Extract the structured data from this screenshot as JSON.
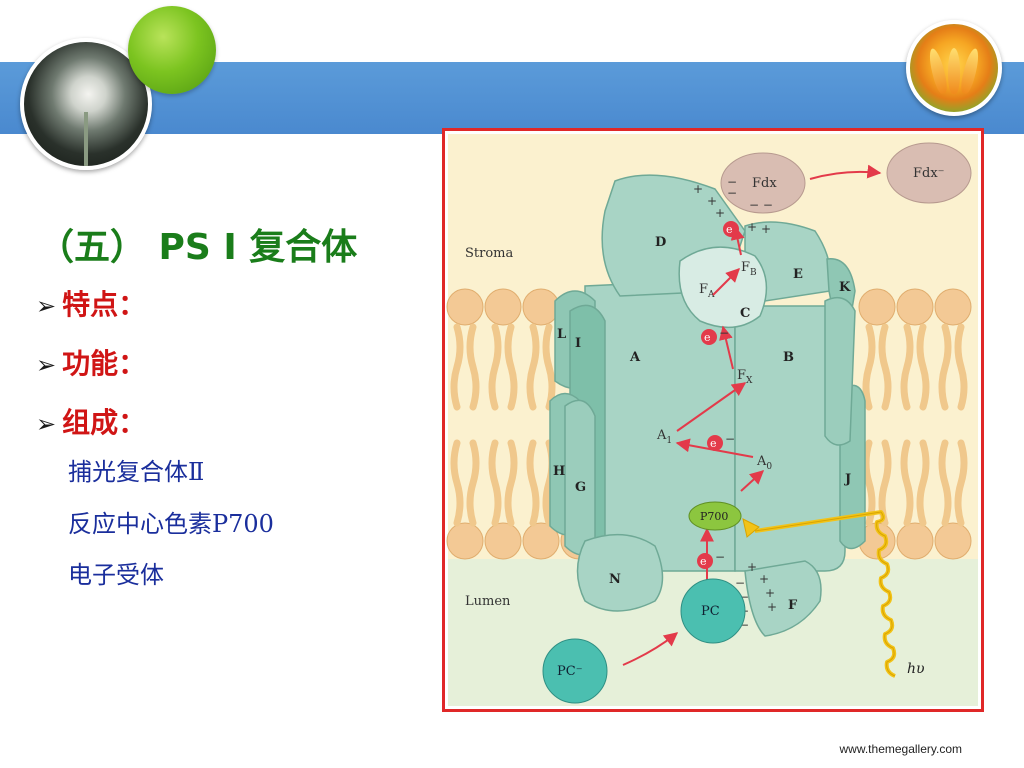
{
  "slide": {
    "title": "（五） PS I 复合体",
    "bullets": [
      "特点：",
      "功能：",
      "组成："
    ],
    "components": [
      "捕光复合体Ⅱ",
      "反应中心色素P700",
      "电子受体"
    ],
    "footer": "www.themegallery.com"
  },
  "diagram": {
    "regions": {
      "stroma": "Stroma",
      "lumen": "Lumen"
    },
    "subunits": [
      "D",
      "E",
      "K",
      "C",
      "L",
      "I",
      "A",
      "B",
      "H",
      "G",
      "J",
      "N",
      "F"
    ],
    "carriers": {
      "fdx": "Fdx",
      "fdx_reduced": "Fdx⁻",
      "fa": "F",
      "fa_sub": "A",
      "fb": "F",
      "fb_sub": "B",
      "fx": "F",
      "fx_sub": "X",
      "a1": "A",
      "a1_sub": "1",
      "a0": "A",
      "a0_sub": "0",
      "p700": "P700",
      "pc": "PC",
      "pc_reduced": "PC⁻",
      "light": "hυ"
    },
    "electron": "e",
    "colors": {
      "protein": "#a8d4c5",
      "protein_dark": "#7ebfa9",
      "stroma": "#fbf1cf",
      "lumen": "#e6f0d9",
      "lipid": "#f3c995",
      "p700": "#8cc63f",
      "pc": "#4bbfb0",
      "fdx": "#d9bdb2",
      "arrow": "#e33a4a",
      "frame": "#e02828"
    }
  }
}
